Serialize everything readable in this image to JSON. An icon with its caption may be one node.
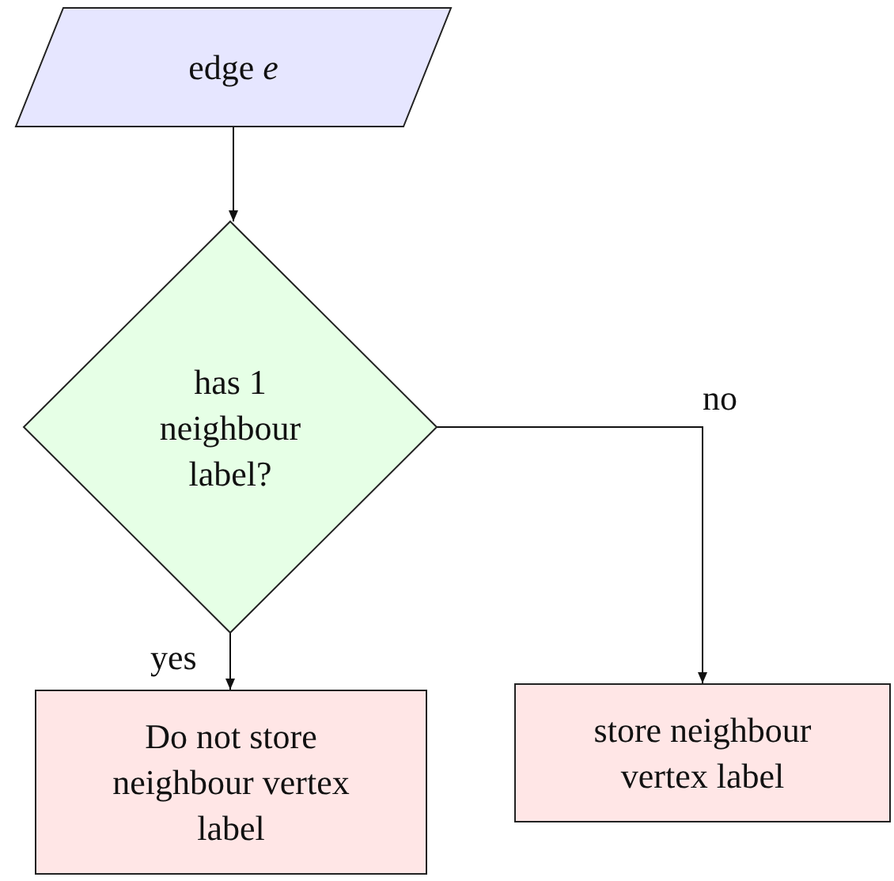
{
  "diagram": {
    "nodes": [
      {
        "text": [
          "edge *e*"
        ]
      },
      {
        "text": [
          "has 1 neighbour label?"
        ]
      },
      {
        "text": [
          "Do not store neighbour vertex label"
        ]
      },
      {
        "text": [
          "store neighbour vertex label"
        ]
      }
    ],
    "edges": [
      {
        "from": 0,
        "to": 1,
        "arrow": "to"
      },
      {
        "from": 1,
        "to": 2,
        "arrow": "to",
        "label": "yes"
      },
      {
        "from": 1,
        "to": 3,
        "arrow": "to",
        "label": "no"
      }
    ]
  }
}
